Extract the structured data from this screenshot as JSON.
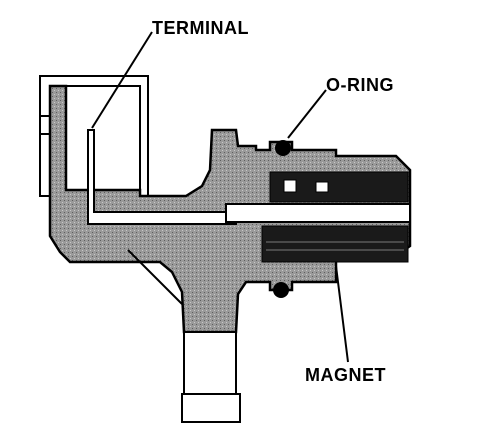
{
  "labels": {
    "terminal": "TERMINAL",
    "o_ring": "O-RING",
    "magnet": "MAGNET"
  },
  "colors": {
    "ink": "#000000",
    "housing_fill": "#9a9a9a",
    "magnet_fill": "#1a1a1a",
    "background": "#ffffff"
  }
}
